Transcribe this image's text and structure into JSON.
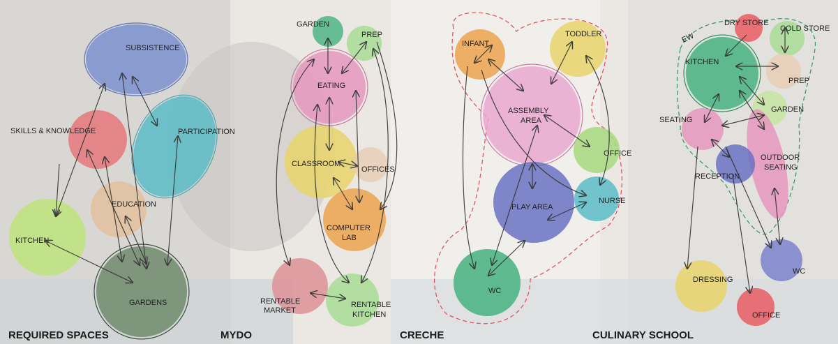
{
  "sections": {
    "required": "REQUIRED SPACES",
    "mydo": "MYDO",
    "creche": "CRECHE",
    "culinary": "CULINARY SCHOOL"
  },
  "colors": {
    "blue": "#7b90cf",
    "teal": "#5bbcc6",
    "pink": "#e596bd",
    "red": "#e8646a",
    "peach": "#e3bc97",
    "lime": "#bde47d",
    "darkgreen": "#6f8b6c",
    "green": "#4fb585",
    "yellow": "#e7d36a",
    "orange": "#eca24e",
    "rose": "#dd9096",
    "mint": "#a8dc97",
    "lightgreen": "#a8d97e",
    "indigo": "#6a72c2",
    "lilac": "#e9a7cf",
    "beige": "#e8cdb6"
  },
  "nodes": {
    "subsistence": "SUBSISTENCE",
    "participation": "PARTICIPATION",
    "skills": "SKILLS & KNOWLEDGE",
    "education": "EDUCATION",
    "kitchen_r": "KITCHEN",
    "gardens": "GARDENS",
    "garden_m": "GARDEN",
    "prep_m": "PREP",
    "eating": "EATING",
    "classroom": "CLASSROOM",
    "offices": "OFFICES",
    "computer_lab_1": "COMPUTER",
    "computer_lab_2": "LAB",
    "rentable_market_1": "RENTABLE",
    "rentable_market_2": "MARKET",
    "rentable_kitchen_1": "RENTABLE",
    "rentable_kitchen_2": "KITCHEN",
    "infant": "INFANT",
    "toddler": "TODDLER",
    "assembly_1": "ASSEMBLY",
    "assembly_2": "AREA",
    "office_c": "OFFICE",
    "nurse": "NURSE",
    "play_area": "PLAY AREA",
    "wc_c": "WC",
    "ew": "EW",
    "dry_store": "DRY STORE",
    "cold_store": "COLD STORE",
    "kitchen_cs": "KITCHEN",
    "prep_cs": "PREP",
    "garden_cs": "GARDEN",
    "seating": "SEATING",
    "outdoor_1": "OUTDOOR",
    "outdoor_2": "SEATING",
    "reception": "RECEPTION",
    "wc_cs": "WC",
    "dressing": "DRESSING",
    "office_cs": "OFFICE"
  }
}
